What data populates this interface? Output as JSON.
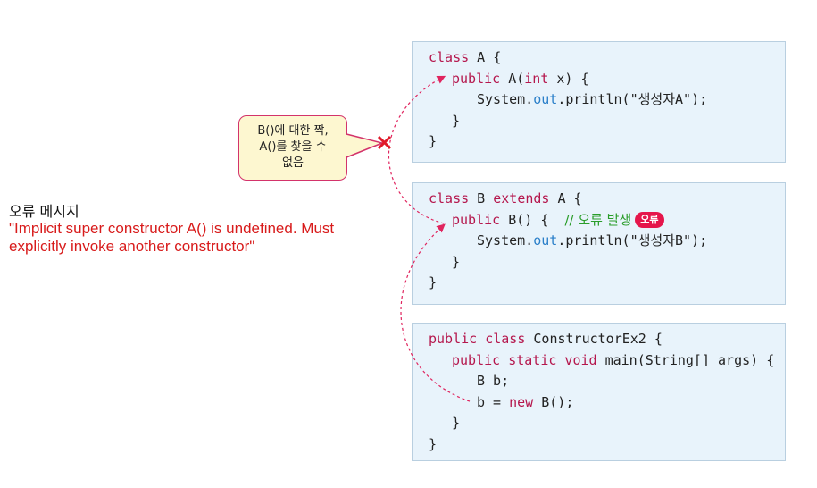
{
  "error_message": {
    "title": "오류 메시지",
    "text": "\"Implicit super constructor A() is undefined. Must explicitly invoke another constructor\""
  },
  "callout": {
    "line1": "B()에 대한 짝,",
    "line2": "A()를 찾을 수",
    "line3": "없음"
  },
  "class_a": {
    "l1_kw": "class",
    "l1_rest": " A {",
    "l2_kw": "public",
    "l2_mid": " A(",
    "l2_kw2": "int",
    "l2_end": " x) {",
    "l3_a": "System.",
    "l3_fld": "out",
    "l3_b": ".println(\"생성자A\");",
    "l4": "}",
    "l5": "}"
  },
  "class_b": {
    "l1_kw": "class",
    "l1_mid": " B ",
    "l1_kw2": "extends",
    "l1_end": " A {",
    "l2_kw": "public",
    "l2_mid": " B() {  ",
    "l2_cmt": "// 오류 발생",
    "l2_badge": "오류",
    "l3_a": "System.",
    "l3_fld": "out",
    "l3_b": ".println(\"생성자B\");",
    "l4": "}",
    "l5": "}"
  },
  "class_main": {
    "l1_kw": "public class",
    "l1_rest": " ConstructorEx2 {",
    "l2_kw": "public static void",
    "l2_rest": " main(String[] args) {",
    "l3": "B b;",
    "l4_a": "b = ",
    "l4_kw": "new",
    "l4_b": " B();",
    "l5": "}",
    "l6": "}"
  },
  "colors": {
    "keyword": "#b5174d",
    "field": "#2a7fc9",
    "comment": "#2a9d2a",
    "error_text": "#d81b1b",
    "arrow": "#e0245e",
    "code_bg": "#e8f3fb"
  }
}
